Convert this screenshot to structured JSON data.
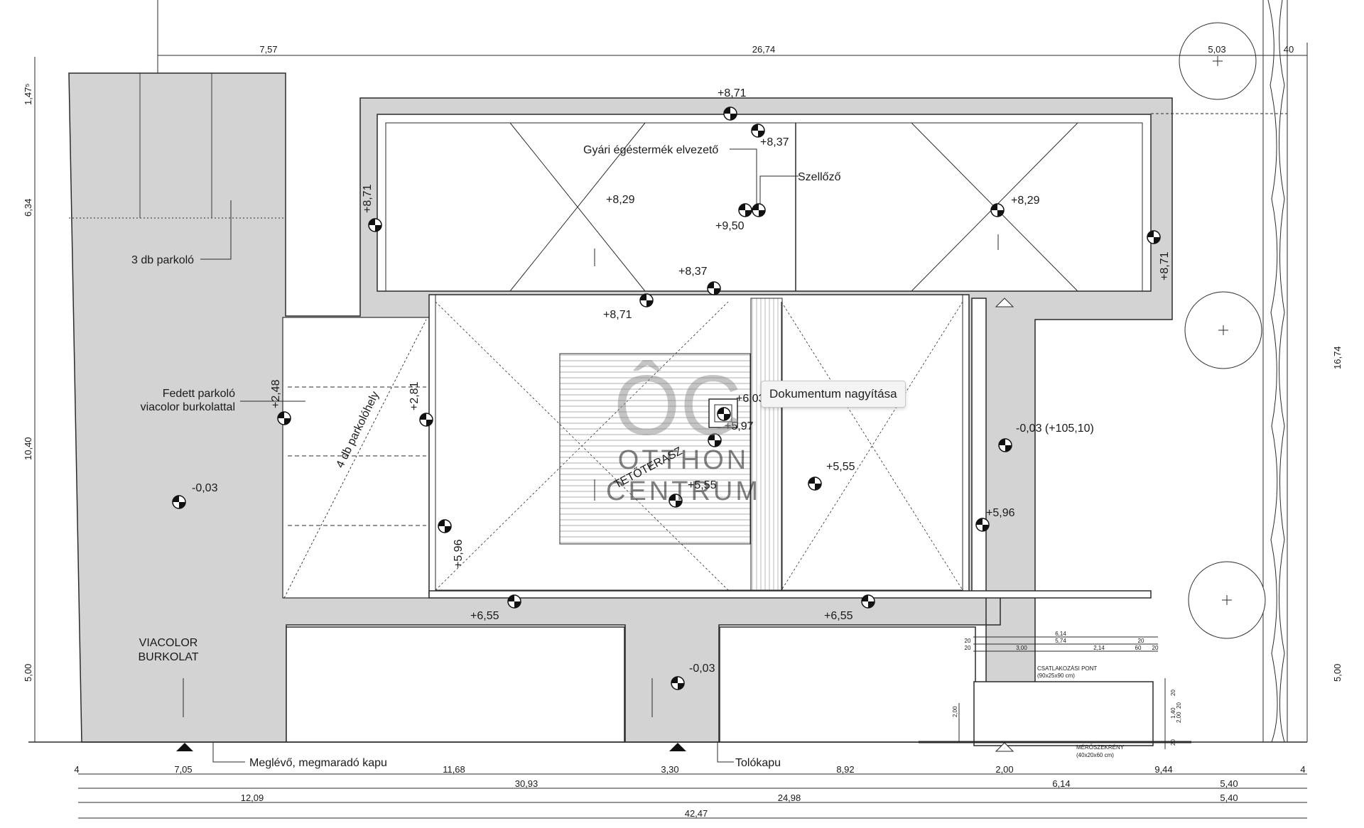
{
  "labels": {
    "factory_exhaust": "Gyári égéstermék elvezető",
    "vent": "Szellőző",
    "parking_3": "3 db parkoló",
    "covered_parking_1": "Fedett parkoló",
    "covered_parking_2": "viacolor burkolattal",
    "parking_4": "4 db parkolóhely",
    "roof_terrace": "TETŐTERASZ",
    "viacolor_1": "VIACOLOR",
    "viacolor_2": "BURKOLAT",
    "existing_gate": "Meglévő, megmaradó kapu",
    "sliding_gate": "Tolókapu",
    "connection_point": "CSATLAKOZÁSI PONT",
    "connection_point_size": "(90x25x90 cm)",
    "meter_cabinet": "MÉRŐSZEKRÉNY",
    "meter_cabinet_size": "(40x20x60 cm)"
  },
  "levels": {
    "top_871": "+8,71",
    "l837a": "+8,37",
    "l829a": "+8,29",
    "l950": "+9,50",
    "l829b": "+8,29",
    "l837b": "+8,37",
    "l871b": "+8,71",
    "left_871": "+8,71",
    "right_871": "+8,71",
    "l248": "+2,48",
    "l281": "+2,81",
    "l603": "+6,03",
    "l597": "+5,97",
    "l555a": "+5,55",
    "l555b": "+5,55",
    "m003a": "-0,03",
    "m003b": "-0,03 (+105,10)",
    "l596a": "+5,96",
    "l596b": "+5,96",
    "l655a": "+6,55",
    "l655b": "+6,55",
    "m003c": "-0,03"
  },
  "dimensions": {
    "top_757": "7,57",
    "top_2674": "26,74",
    "top_503": "5,03",
    "top_40": "40",
    "left_147": "1,47⁵",
    "left_634": "6,34",
    "left_1040": "10,40",
    "left_500": "5,00",
    "right_1674": "16,74",
    "right_500": "5,00",
    "b1_4a": "4",
    "b1_705": "7,05",
    "b1_1168": "11,68",
    "b1_330": "3,30",
    "b1_892": "8,92",
    "b1_200": "2,00",
    "b1_944": "9,44",
    "b1_4b": "4",
    "b2_3093": "30,93",
    "b2_614": "6,14",
    "b2_540": "5,40",
    "b3_1209": "12,09",
    "b3_2498": "24,98",
    "b3_540": "5,40",
    "b4_4247": "42,47",
    "d_614": "6,14",
    "d_574": "5,74",
    "d_300": "3,00",
    "d_214": "2,14",
    "d_60": "60",
    "d_20a": "20",
    "d_20b": "20",
    "d_20c": "20",
    "d_20d": "20",
    "d_200v": "2,00",
    "d_20v1": "20",
    "d_140v": "1,40",
    "d_20v2": "20",
    "d_20v3": "20",
    "d_200v2": "2,00"
  },
  "watermark": {
    "logo": "ÔC",
    "line1": "OTTHON",
    "line2": "CENTRUM"
  },
  "tooltip": "Dokumentum nagyítása",
  "colors": {
    "paving_grey": "#d3d3d3",
    "line": "#2b2b2b",
    "watermark": "#8c8c8c"
  }
}
